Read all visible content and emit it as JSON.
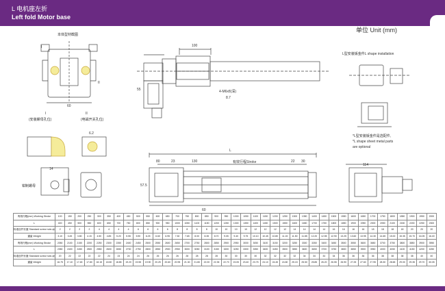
{
  "header": {
    "title_cn": "L 电机座左折",
    "title_en": "Left fold Motor base"
  },
  "unit_label": "单位 Unit (mm)",
  "labels": {
    "side_view_title": "本体型材截图",
    "mark_I": "I",
    "mark_II": "II",
    "detail_I": "(安装螺母孔位)",
    "detail_II": "(电磁开关孔位)",
    "dim_8_7": "8.7",
    "dim_60_top": "60",
    "dim_100": "100",
    "dim_55": "55",
    "dim_130": "130",
    "stroke_label": "有效行程Stroke",
    "dim_L": "L",
    "dim_22": "22",
    "dim_30": "30",
    "dim_80": "80",
    "dim_23": "23",
    "dim_60": "60",
    "dim_57_5": "57.5",
    "dim_114": "114",
    "dim_6_2": "6.2",
    "dim_14": "14",
    "nut_label": "钳制螺母",
    "screw_note": "4-M6x8(深)",
    "l_shape_title": "L型安装钣金件L shape installation",
    "optional_note_cn": "*L型安装钣金件是选配件,",
    "optional_note_en_1": "*L shape sheet metal parts",
    "optional_note_en_2": "are optional"
  },
  "table": {
    "rows": [
      {
        "label": "有效行程(mm) Working Stroke",
        "values": [
          "100",
          "150",
          "200",
          "250",
          "300",
          "350",
          "400",
          "450",
          "500",
          "550",
          "600",
          "650",
          "700",
          "750",
          "800",
          "850",
          "900",
          "950",
          "1000",
          "1050",
          "1100",
          "1150",
          "1200",
          "1250",
          "1300",
          "1350",
          "1400",
          "1450",
          "1500",
          "1550",
          "1600",
          "1650",
          "1700",
          "1750",
          "1800",
          "1850",
          "1900",
          "1950",
          "2000"
        ]
      },
      {
        "label": "L",
        "values": [
          "400",
          "450",
          "500",
          "550",
          "600",
          "650",
          "700",
          "750",
          "800",
          "850",
          "900",
          "950",
          "1000",
          "1050",
          "1100",
          "1150",
          "1200",
          "1250",
          "1300",
          "1350",
          "1400",
          "1450",
          "1500",
          "1550",
          "1600",
          "1650",
          "1700",
          "1750",
          "1800",
          "1850",
          "1900",
          "1950",
          "2000",
          "2050",
          "2100",
          "2150",
          "2200",
          "2250",
          "2300"
        ]
      },
      {
        "label": "标准丝杆长度 Standard screw nuts qty",
        "values": [
          "2",
          "2",
          "2",
          "2",
          "4",
          "4",
          "4",
          "4",
          "6",
          "6",
          "6",
          "6",
          "8",
          "8",
          "8",
          "8",
          "10",
          "10",
          "10",
          "10",
          "12",
          "12",
          "12",
          "12",
          "14",
          "14",
          "14",
          "14",
          "16",
          "16",
          "16",
          "16",
          "18",
          "18",
          "18",
          "18",
          "20",
          "20",
          "20"
        ]
      },
      {
        "label": "重量 Weight",
        "values": [
          "3.10",
          "3.45",
          "3.80",
          "4.15",
          "4.50",
          "4.85",
          "5.20",
          "5.55",
          "5.90",
          "6.25",
          "6.60",
          "6.95",
          "7.30",
          "7.65",
          "8.00",
          "8.35",
          "8.70",
          "9.05",
          "9.40",
          "9.75",
          "10.10",
          "10.45",
          "10.80",
          "11.15",
          "11.50",
          "11.85",
          "12.20",
          "12.55",
          "12.90",
          "13.25",
          "13.60",
          "13.95",
          "14.30",
          "14.65",
          "15.00",
          "15.35",
          "15.70",
          "16.05",
          "16.40"
        ]
      },
      {
        "label": "有效行程(mm) Working Stroke",
        "values": [
          "2050",
          "2100",
          "2150",
          "2200",
          "2250",
          "2300",
          "2350",
          "2400",
          "2450",
          "2500",
          "2550",
          "2600",
          "2650",
          "2700",
          "2750",
          "2800",
          "2850",
          "2900",
          "2950",
          "3000",
          "3050",
          "3100",
          "3150",
          "3200",
          "3250",
          "3300",
          "3350",
          "3400",
          "3450",
          "3500",
          "3550",
          "3600",
          "3650",
          "3700",
          "3750",
          "3800",
          "3850",
          "3900",
          "3950"
        ]
      },
      {
        "label": "L",
        "values": [
          "2350",
          "2400",
          "2450",
          "2500",
          "2550",
          "2600",
          "2650",
          "2700",
          "2750",
          "2800",
          "2850",
          "2900",
          "2950",
          "3000",
          "3050",
          "3100",
          "3150",
          "3200",
          "3250",
          "3300",
          "3350",
          "3400",
          "3450",
          "3500",
          "3550",
          "3600",
          "3650",
          "3700",
          "3750",
          "3800",
          "3850",
          "3900",
          "3950",
          "4000",
          "4050",
          "4100",
          "4150",
          "4200",
          "4250"
        ]
      },
      {
        "label": "标准丝杆长度 Standard screw nuts qty",
        "values": [
          "20",
          "22",
          "22",
          "22",
          "22",
          "24",
          "24",
          "24",
          "24",
          "26",
          "26",
          "26",
          "26",
          "28",
          "28",
          "28",
          "28",
          "30",
          "30",
          "30",
          "30",
          "32",
          "32",
          "32",
          "32",
          "34",
          "34",
          "34",
          "34",
          "36",
          "36",
          "36",
          "36",
          "38",
          "38",
          "38",
          "38",
          "40",
          "40"
        ]
      },
      {
        "label": "重量 Weight",
        "values": [
          "16.75",
          "17.10",
          "17.45",
          "17.80",
          "18.15",
          "18.50",
          "18.85",
          "19.20",
          "19.55",
          "19.90",
          "20.25",
          "20.60",
          "20.95",
          "21.30",
          "21.65",
          "22.00",
          "22.35",
          "22.70",
          "23.05",
          "23.40",
          "23.75",
          "24.10",
          "24.45",
          "24.80",
          "25.15",
          "25.50",
          "25.85",
          "26.20",
          "26.55",
          "26.90",
          "27.25",
          "27.60",
          "27.95",
          "28.30",
          "28.65",
          "29.00",
          "29.35",
          "29.70",
          "30.05"
        ]
      }
    ]
  }
}
